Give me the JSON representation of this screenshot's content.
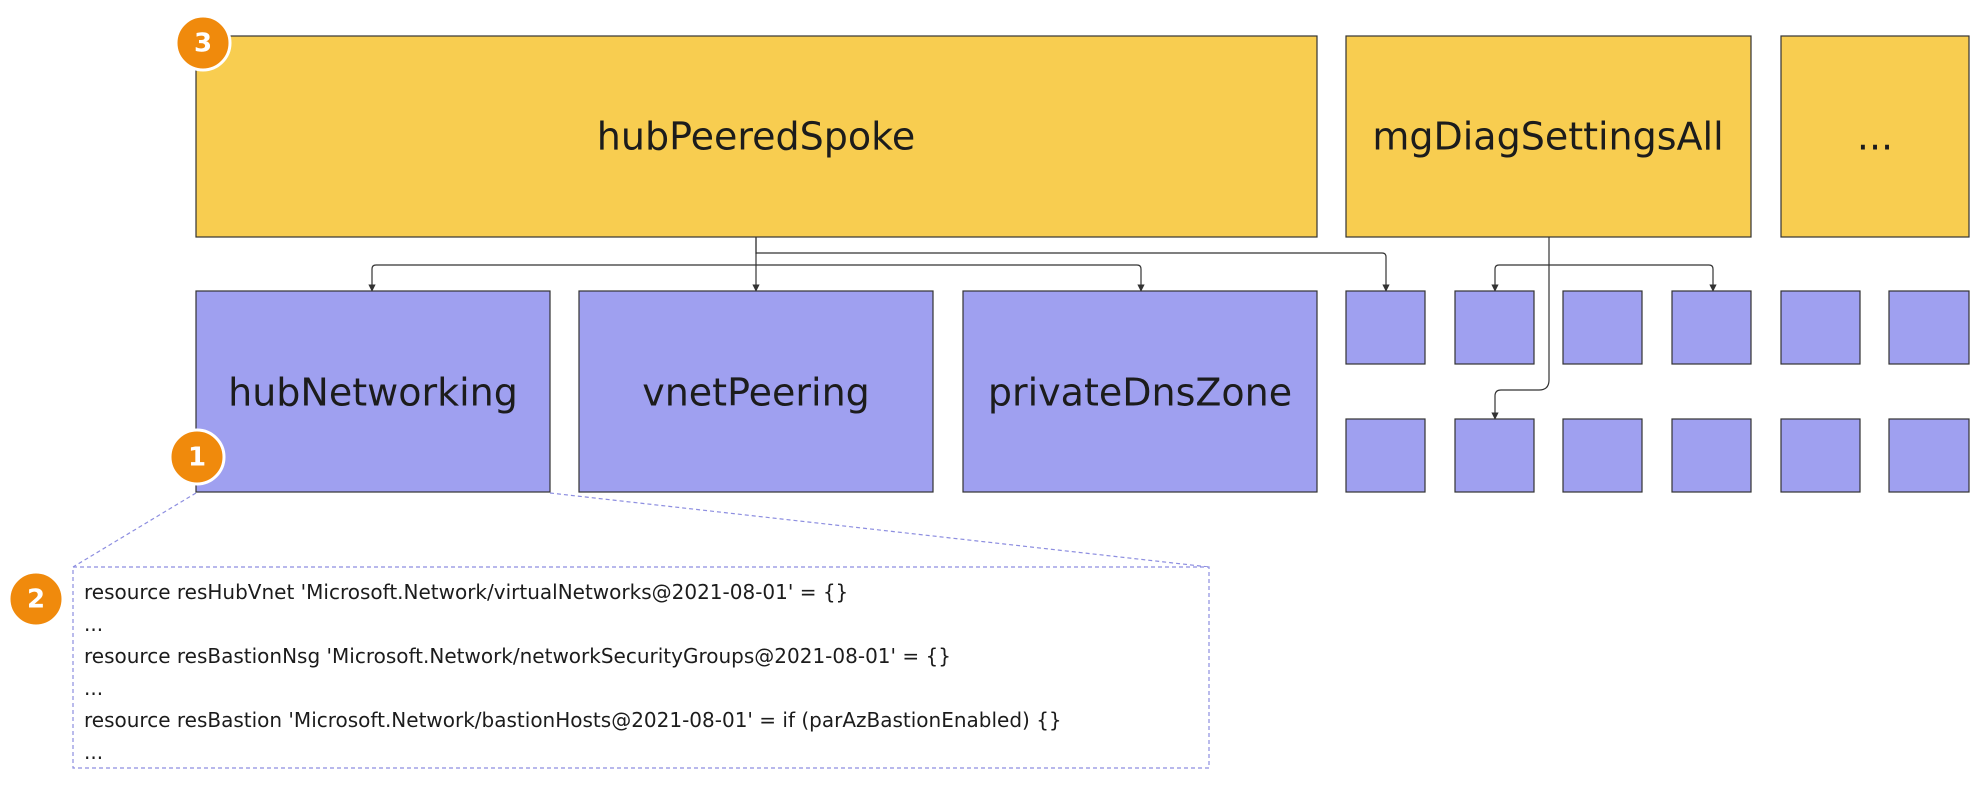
{
  "colors": {
    "module_fill": "#f8cd50",
    "resource_fill": "#9fa0f0",
    "badge_fill": "#f08a0c",
    "outline": "#333333",
    "callout_dash": "#8d8ee0"
  },
  "parent_modules": [
    {
      "label": "hubPeeredSpoke"
    },
    {
      "label": "mgDiagSettingsAll"
    },
    {
      "label": "..."
    }
  ],
  "child_modules": [
    {
      "label": "hubNetworking"
    },
    {
      "label": "vnetPeering"
    },
    {
      "label": "privateDnsZone"
    }
  ],
  "badges": {
    "badge_1": "1",
    "badge_2": "2",
    "badge_3": "3"
  },
  "code_snippet": {
    "lines": [
      "resource resHubVnet 'Microsoft.Network/virtualNetworks@2021-08-01' = {}",
      "...",
      "resource resBastionNsg 'Microsoft.Network/networkSecurityGroups@2021-08-01' = {}",
      "...",
      "resource resBastion 'Microsoft.Network/bastionHosts@2021-08-01' = if (parAzBastionEnabled) {}",
      "..."
    ]
  }
}
